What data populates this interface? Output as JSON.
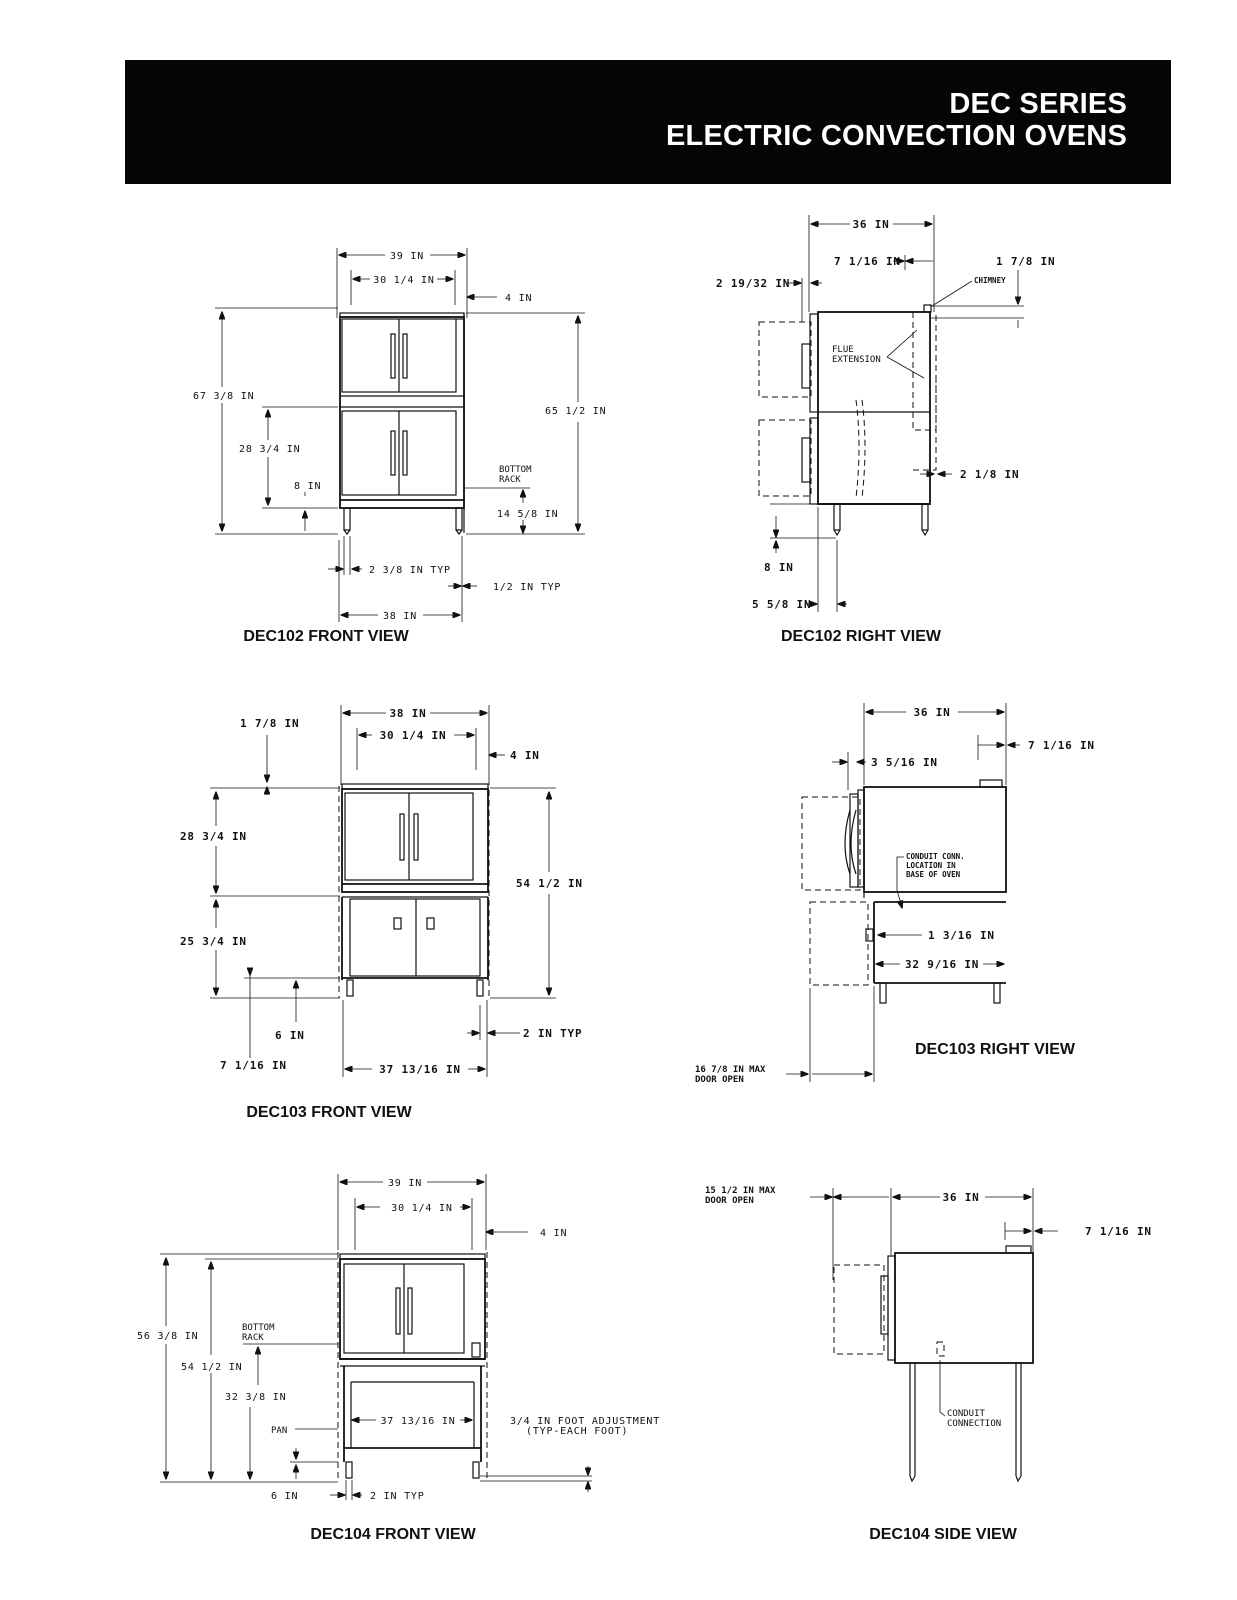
{
  "header": {
    "line1": "DEC SERIES",
    "line2": "ELECTRIC CONVECTION OVENS"
  },
  "views": {
    "dec102_front": {
      "caption": "DEC102 FRONT VIEW",
      "dims": {
        "overall_width": "39 IN",
        "inner_width": "30 1/4 IN",
        "offset": "4 IN",
        "total_height": "67 3/8 IN",
        "cabinet_height": "65 1/2 IN",
        "section_height": "28 3/4 IN",
        "leg_height": "8 IN",
        "rack_height": "14 5/8 IN",
        "leg_width": "2 3/8 IN TYP",
        "leg_gap": "1/2 IN TYP",
        "base_width": "38 IN"
      },
      "labels": {
        "rack_line1": "BOTTOM",
        "rack_line2": "RACK"
      }
    },
    "dec102_right": {
      "caption": "DEC102 RIGHT VIEW",
      "dims": {
        "depth": "36 IN",
        "top_offset": "7 1/16 IN",
        "chimney_offset": "1 7/8 IN",
        "door_offset": "2 19/32 IN",
        "flue_offset": "2 1/8 IN",
        "leg_height": "8 IN",
        "leg_offset": "5 5/8 IN"
      },
      "labels": {
        "chimney": "CHIMNEY",
        "flue_line1": "FLUE",
        "flue_line2": "EXTENSION"
      }
    },
    "dec103_front": {
      "caption": "DEC103 FRONT VIEW",
      "dims": {
        "overall_width": "38 IN",
        "inner_width": "30 1/4 IN",
        "offset": "4 IN",
        "top_offset": "1 7/8 IN",
        "oven_height": "28 3/4 IN",
        "stand_height": "25 3/4 IN",
        "total_height": "54 1/2 IN",
        "leg_height": "6 IN",
        "leg_height_2": "7 1/16 IN",
        "base_width": "37 13/16 IN",
        "leg_width": "2 IN TYP"
      }
    },
    "dec103_right": {
      "caption": "DEC103 RIGHT VIEW",
      "dims": {
        "depth": "36 IN",
        "top_offset": "7 1/16 IN",
        "door_offset": "3 5/16 IN",
        "conduit_offset": "1 3/16 IN",
        "stand_depth": "32 9/16 IN",
        "door_open_line1": "16 7/8 IN MAX",
        "door_open_line2": "DOOR OPEN"
      },
      "labels": {
        "conduit_line1": "CONDUIT CONN.",
        "conduit_line2": "LOCATION IN",
        "conduit_line3": "BASE OF OVEN"
      }
    },
    "dec104_front": {
      "caption": "DEC104 FRONT VIEW",
      "dims": {
        "overall_width": "39 IN",
        "inner_width": "30 1/4 IN",
        "offset": "4 IN",
        "total_height": "56 3/8 IN",
        "cabinet_height": "54 1/2 IN",
        "rack_height": "32 3/8 IN",
        "leg_height": "6 IN",
        "base_width": "37 13/16 IN",
        "leg_width": "2 IN TYP",
        "foot_line1": "3/4 IN FOOT ADJUSTMENT",
        "foot_line2": "(TYP-EACH FOOT)"
      },
      "labels": {
        "rack_line1": "BOTTOM",
        "rack_line2": "RACK",
        "pan": "PAN"
      }
    },
    "dec104_side": {
      "caption": "DEC104 SIDE VIEW",
      "dims": {
        "depth": "36 IN",
        "top_offset": "7 1/16 IN",
        "door_open_line1": "15 1/2 IN MAX",
        "door_open_line2": "DOOR OPEN"
      },
      "labels": {
        "conduit_line1": "CONDUIT",
        "conduit_line2": "CONNECTION"
      }
    }
  }
}
